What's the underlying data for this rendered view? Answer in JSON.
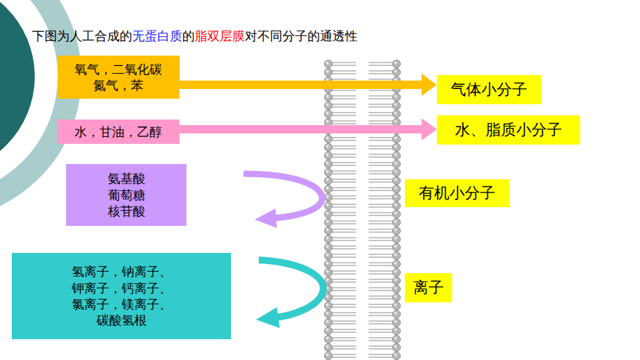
{
  "diagram": {
    "title": "下图为人工合成的无蛋白质的脂双层膜对不同分子的通透性",
    "nodes": [
      {
        "text": [
          "氧气，二氧化碳 氮气，苯"
        ]
      },
      {
        "text": [
          "气体小分子"
        ]
      },
      {
        "text": [
          "水，甘油，乙醇"
        ]
      },
      {
        "text": [
          "水、脂质小分子"
        ]
      },
      {
        "text": [
          "氨基酸 葡萄糖 核苷酸"
        ]
      },
      {
        "text": [
          "有机小分子"
        ]
      },
      {
        "text": [
          "氢离子，钠离子、 钾离子，钙离子、 氯离子，镁离子、 碳酸氢根"
        ]
      },
      {
        "text": [
          "离子"
        ]
      }
    ],
    "edges": [
      {
        "from": 0,
        "to": 1,
        "arrow": "to"
      },
      {
        "from": 2,
        "to": 3,
        "arrow": "to"
      }
    ]
  }
}
